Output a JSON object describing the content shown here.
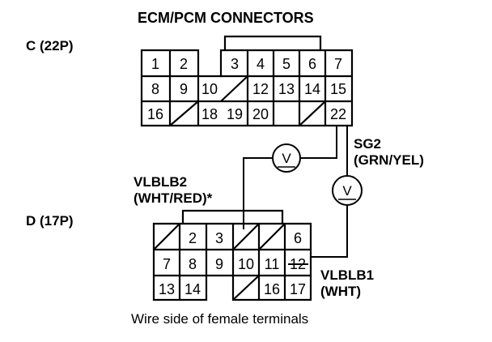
{
  "title": "ECM/PCM CONNECTORS",
  "connector_c": {
    "label": "C (22P)",
    "pins": [
      "1",
      "2",
      "3",
      "4",
      "5",
      "6",
      "7",
      "8",
      "9",
      "10",
      "12",
      "13",
      "14",
      "15",
      "16",
      "18",
      "19",
      "20",
      "22"
    ]
  },
  "connector_d": {
    "label": "D (17P)",
    "pins": [
      "2",
      "3",
      "6",
      "7",
      "8",
      "9",
      "10",
      "11",
      "12",
      "13",
      "14",
      "16",
      "17"
    ]
  },
  "sg2": {
    "name": "SG2",
    "color": "(GRN/YEL)"
  },
  "vlblb2": {
    "name": "VLBLB2",
    "color": "(WHT/RED)*"
  },
  "vlblb1": {
    "name": "VLBLB1",
    "color": "(WHT)"
  },
  "caption": "Wire side of female terminals",
  "meter_symbol": "V"
}
